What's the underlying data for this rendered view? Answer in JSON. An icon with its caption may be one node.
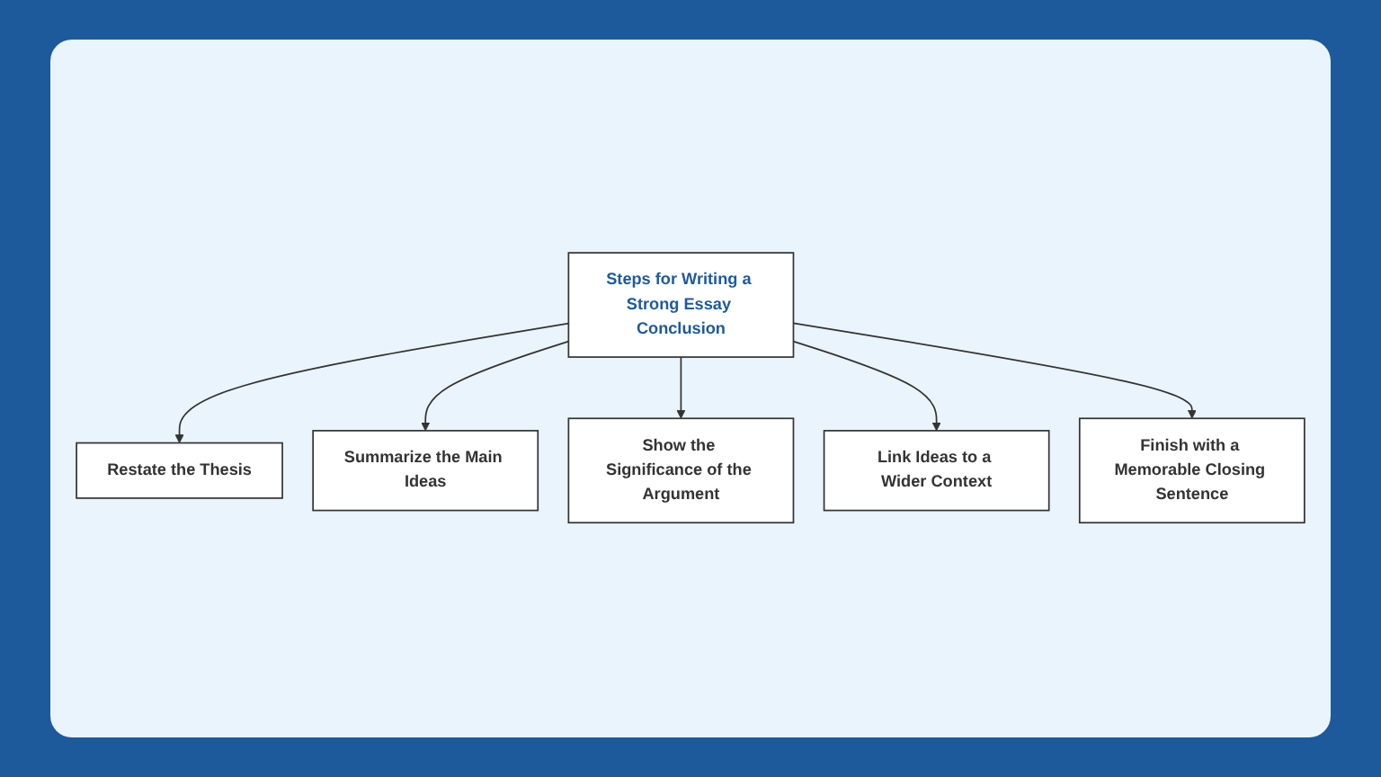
{
  "diagram": {
    "nodes": [
      {
        "text": [
          "Steps for Writing a Strong Essay Conclusion"
        ]
      },
      {
        "text": [
          "Restate the Thesis"
        ]
      },
      {
        "text": [
          "Summarize the Main Ideas"
        ]
      },
      {
        "text": [
          "Show the Significance of the Argument"
        ]
      },
      {
        "text": [
          "Link Ideas to a Wider Context"
        ]
      },
      {
        "text": [
          "Finish with a Memorable Closing Sentence"
        ]
      }
    ],
    "edges": [
      {
        "from": 0,
        "to": 1,
        "arrow": "to"
      },
      {
        "from": 0,
        "to": 2,
        "arrow": "to"
      },
      {
        "from": 0,
        "to": 3,
        "arrow": "to"
      },
      {
        "from": 0,
        "to": 4,
        "arrow": "to"
      },
      {
        "from": 0,
        "to": 5,
        "arrow": "to"
      }
    ]
  }
}
